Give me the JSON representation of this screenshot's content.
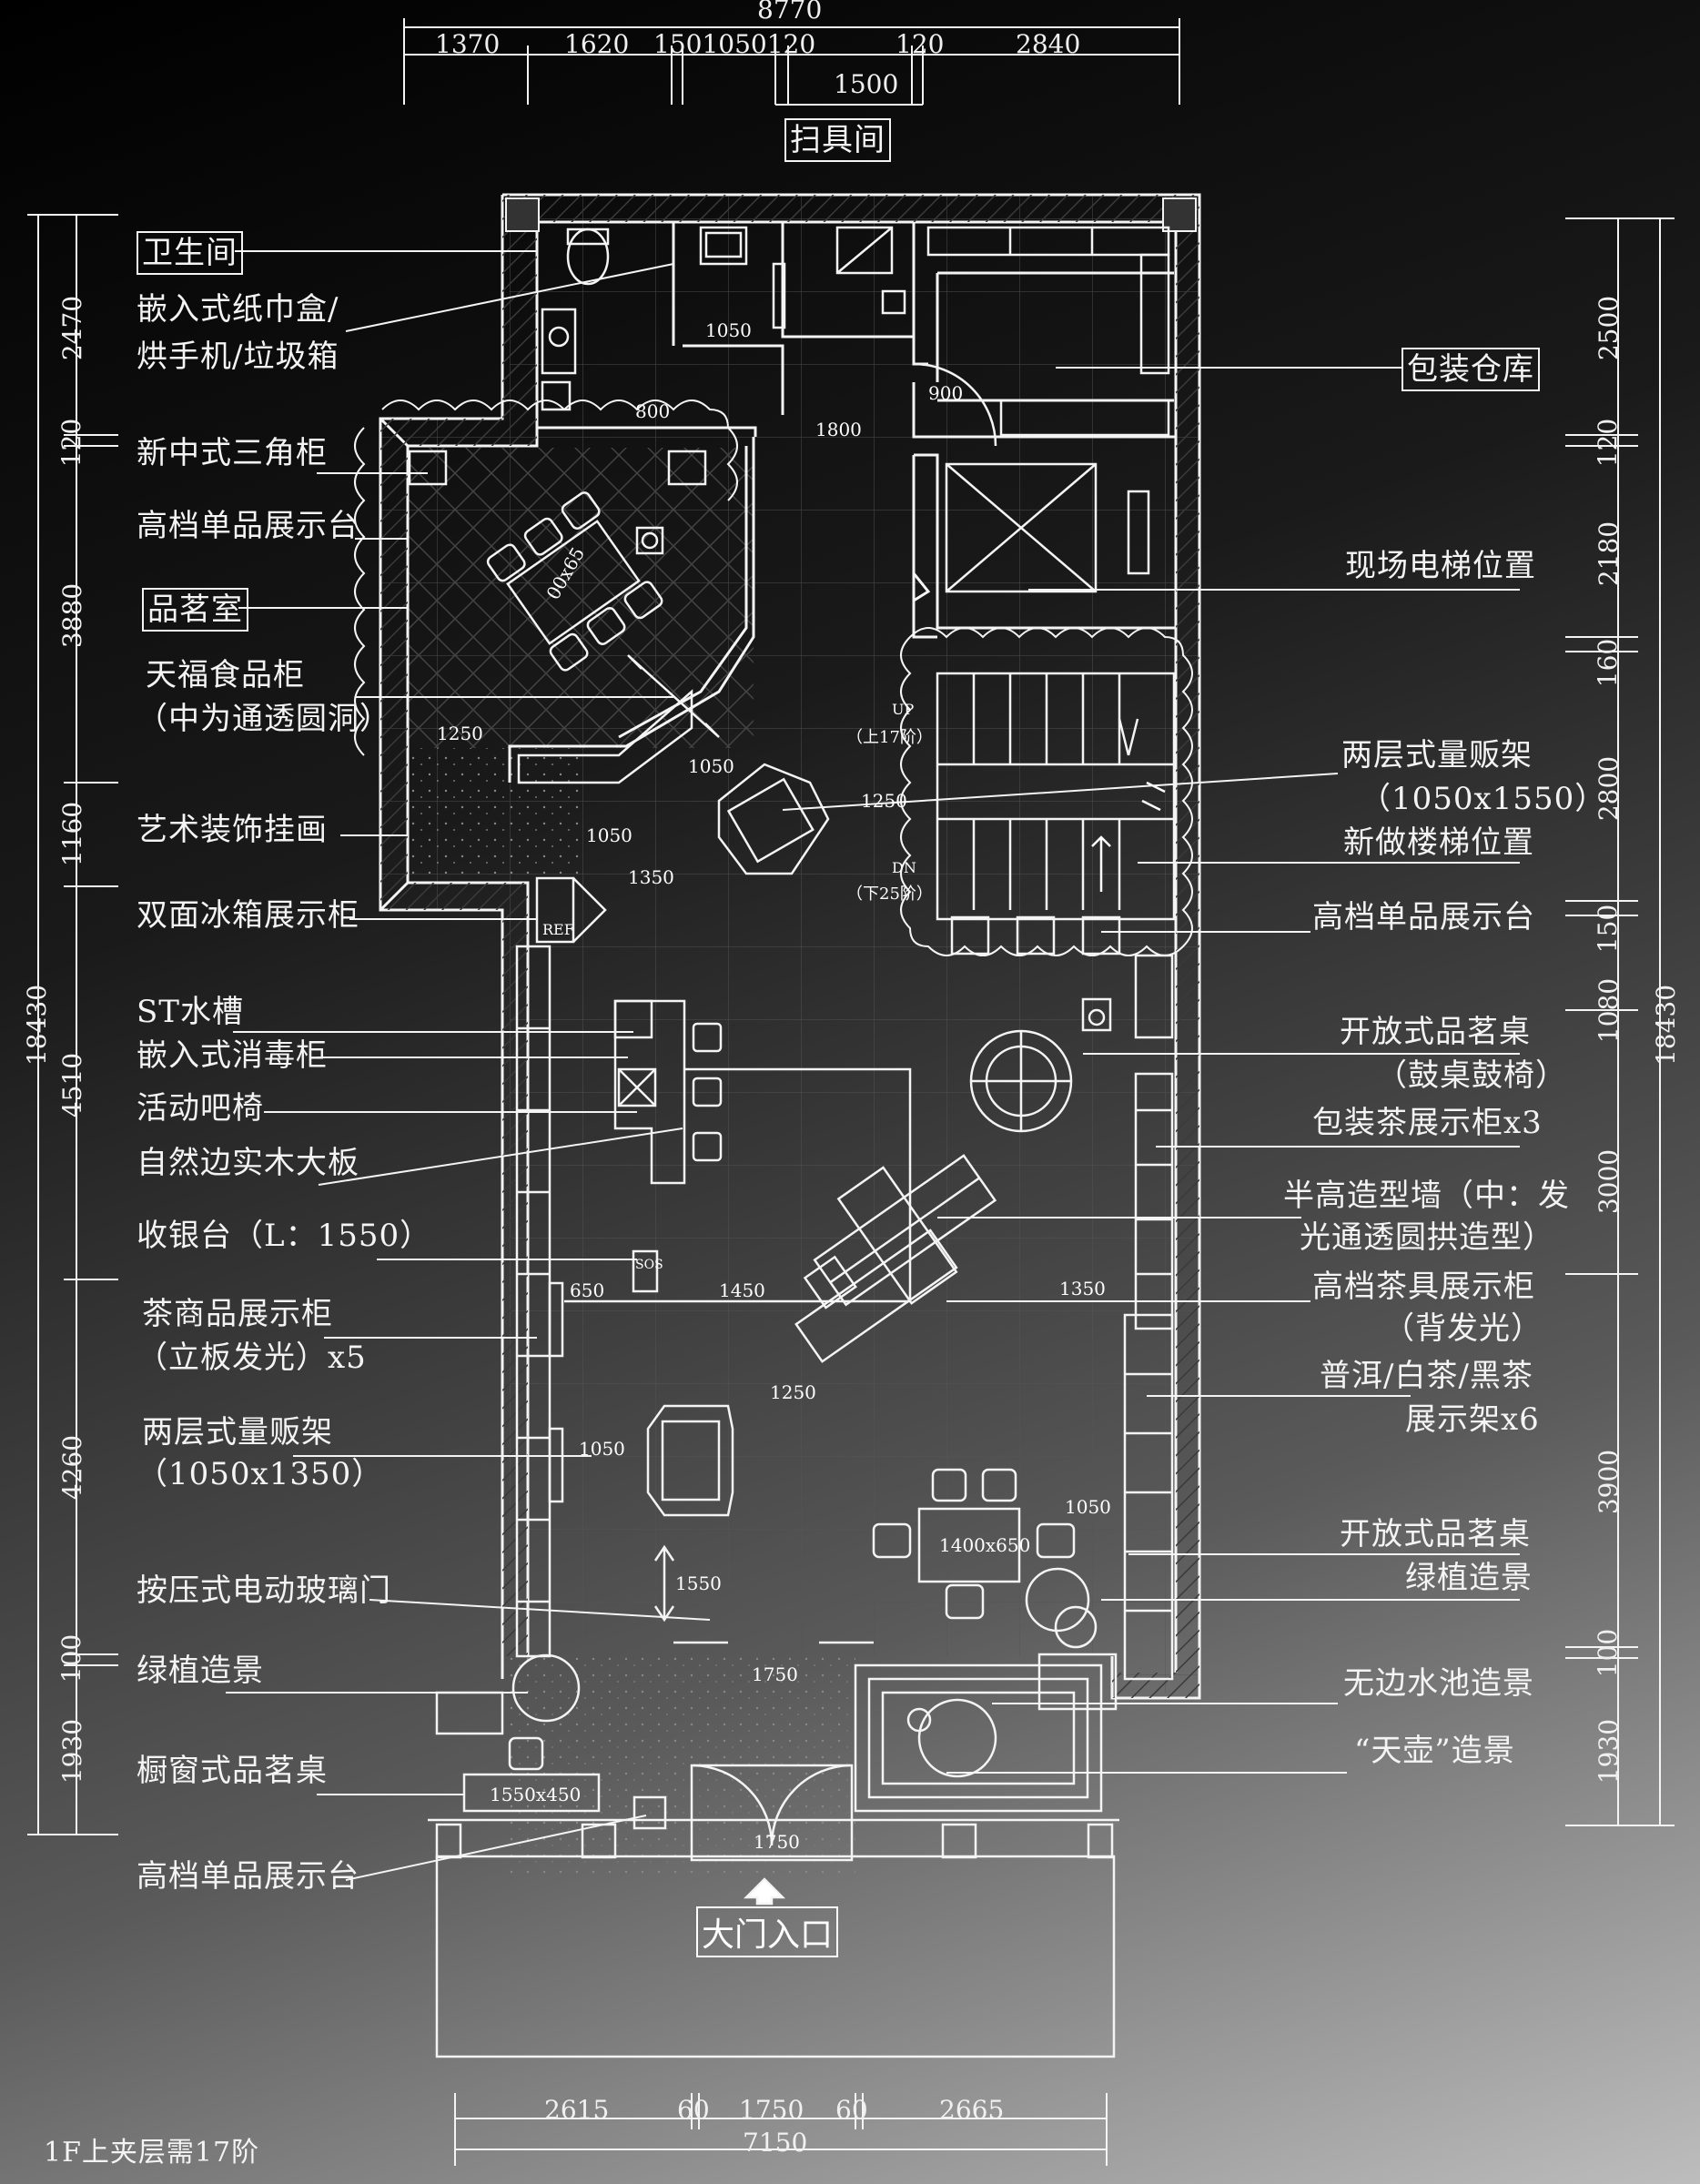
{
  "top_dims": {
    "total": "8770",
    "segments": [
      "1370",
      "1620",
      "1501050120",
      "120",
      "2840"
    ],
    "sub": "1500"
  },
  "bottom_dims": {
    "segments": [
      "2615",
      "60",
      "1750",
      "60",
      "2665"
    ],
    "total": "7150"
  },
  "left_dims": {
    "total": "18430",
    "segments": [
      "2470",
      "120",
      "3880",
      "1160",
      "4510",
      "4260",
      "100",
      "1930"
    ]
  },
  "right_dims": {
    "total": "18430",
    "segments": [
      "2500",
      "120",
      "2180",
      "160",
      "2800",
      "150",
      "1080",
      "3000",
      "3900",
      "100",
      "1930"
    ]
  },
  "left_labels": [
    "卫生间",
    "嵌入式纸巾盒/",
    "烘手机/垃圾箱",
    "新中式三角柜",
    "高档单品展示台",
    "品茗室",
    "天福食品柜",
    "（中为通透圆洞）",
    "艺术装饰挂画",
    "双面冰箱展示柜",
    "ST水槽",
    "嵌入式消毒柜",
    "活动吧椅",
    "自然边实木大板",
    "收银台（L：1550）",
    "茶商品展示柜",
    "（立板发光）x5",
    "两层式量贩架",
    "（1050x1350）",
    "按压式电动玻璃门",
    "绿植造景",
    "橱窗式品茗桌",
    "高档单品展示台"
  ],
  "right_labels": [
    "包装仓库",
    "现场电梯位置",
    "两层式量贩架",
    "（1050x1550）",
    "新做楼梯位置",
    "高档单品展示台",
    "开放式品茗桌",
    "（鼓桌鼓椅）",
    "包装茶展示柜x3",
    "半高造型墙（中：发",
    "光通透圆拱造型）",
    "高档茶具展示柜",
    "（背发光）",
    "普洱/白茶/黑茶",
    "展示架x6",
    "开放式品茗桌",
    "绿植造景",
    "无边水池造景",
    "“天壶”造景"
  ],
  "top_label": "扫具间",
  "entrance": "大门入口",
  "footnote": "1F上夹层需17阶",
  "inner_dims": [
    "1050",
    "800",
    "1800",
    "900",
    "1250",
    "1050",
    "1050",
    "1350",
    "1250",
    "650",
    "1450",
    "1350",
    "1250",
    "1050",
    "1550",
    "1050",
    "1750",
    "1750"
  ],
  "table_sizes": [
    "1400x650",
    "1550x450",
    "00x65"
  ],
  "stair_labels": [
    "UP",
    "（上17阶）",
    "DN",
    "（下25阶）"
  ],
  "fridge_label": "REF",
  "cashier_label": "SOS"
}
